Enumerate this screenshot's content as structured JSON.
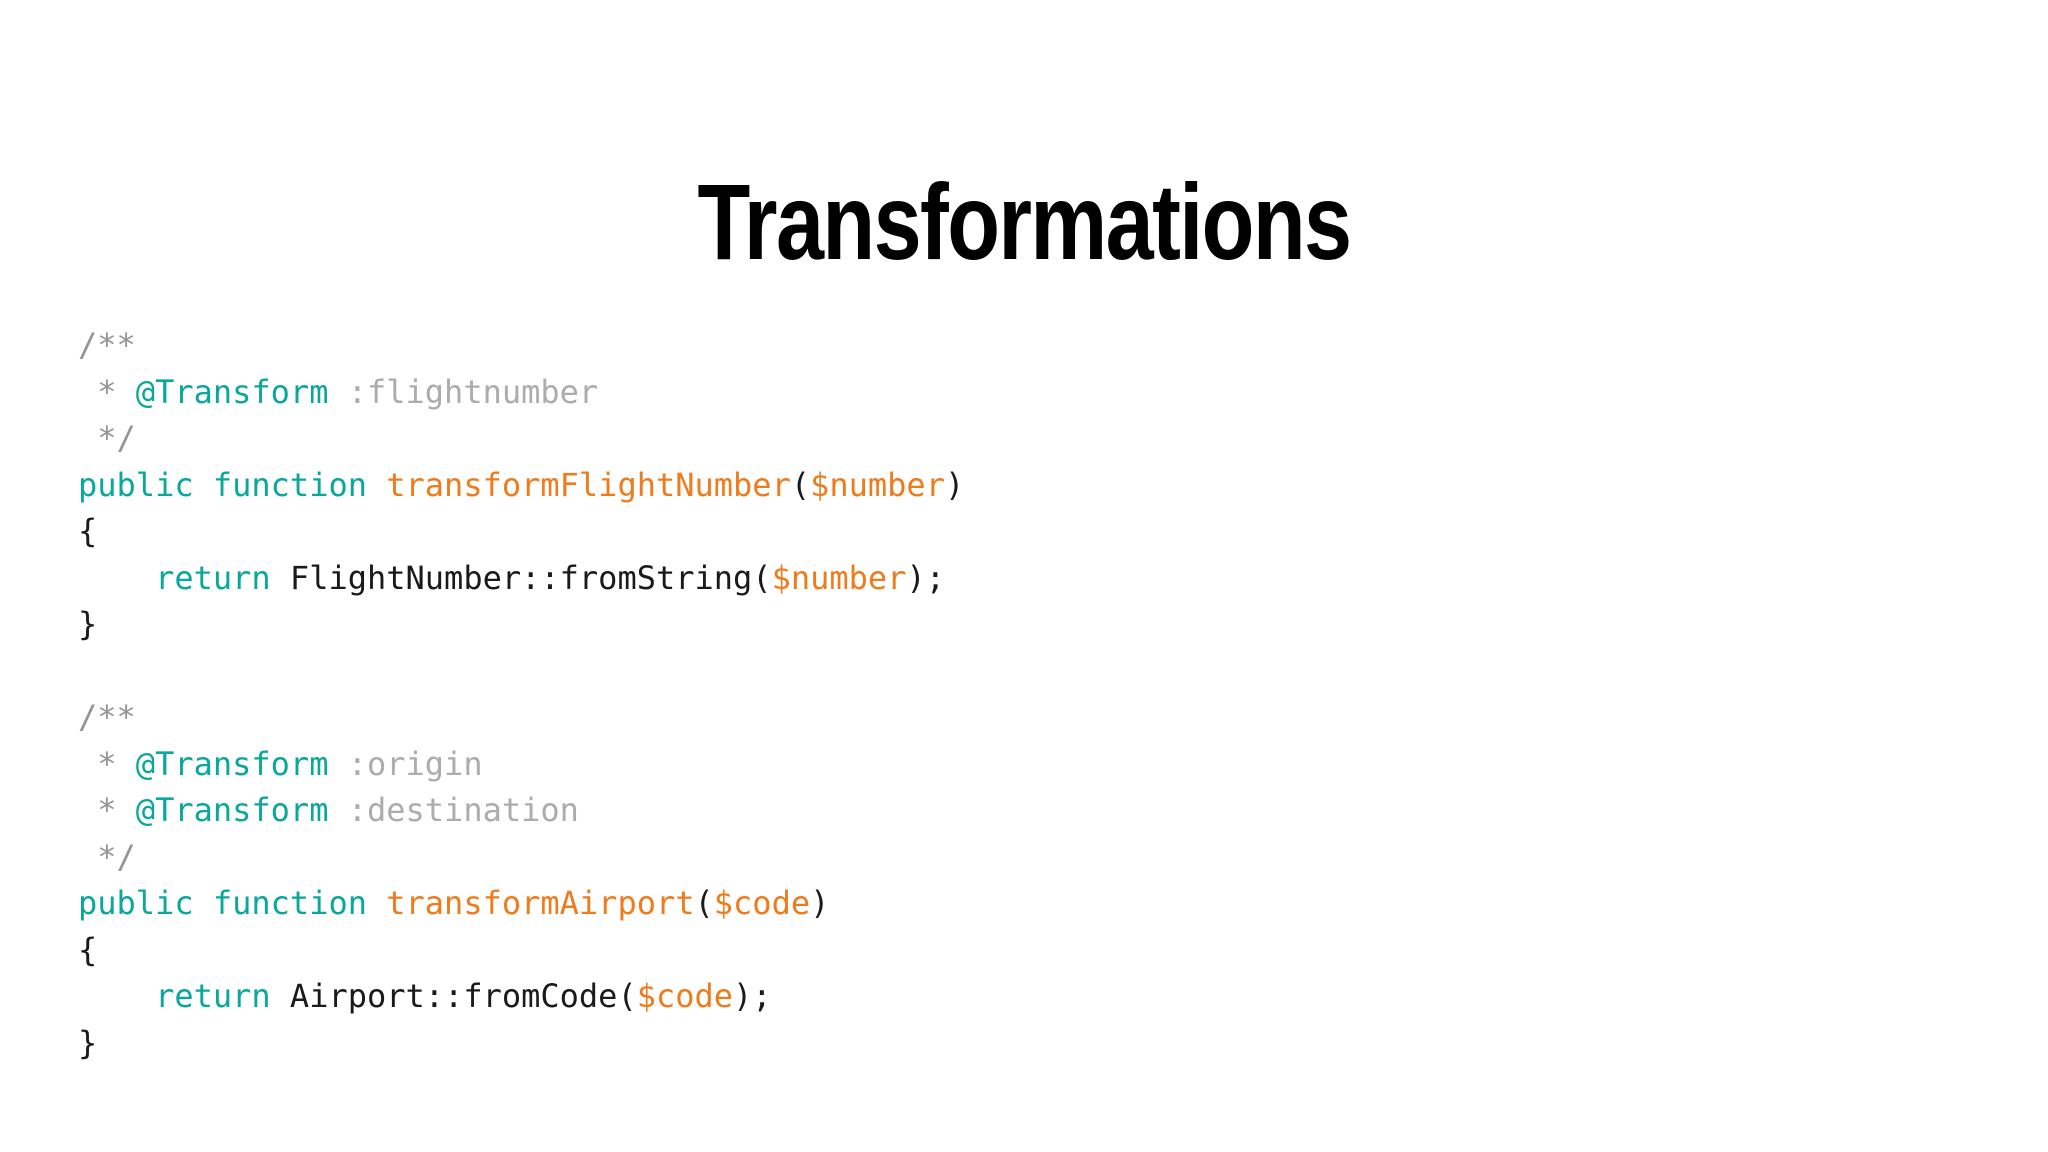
{
  "slide": {
    "title": "Transformations",
    "background_color": "#ffffff"
  },
  "theme": {
    "keyword_color": "#0aa89a",
    "function_color": "#ef7c1c",
    "variable_color": "#ef7c1c",
    "comment_color": "#949494",
    "comment_tag_color": "#0aa89a",
    "comment_value_color": "#acacac",
    "plain_color": "#1a1a1a",
    "title_color": "#010101"
  },
  "code": {
    "language": "php",
    "lines": [
      {
        "id": "l1",
        "indent": 0,
        "tokens": [
          {
            "cls": "t-cmt",
            "text": "/**"
          }
        ]
      },
      {
        "id": "l2",
        "indent": 0,
        "tokens": [
          {
            "cls": "t-cmt",
            "text": " * "
          },
          {
            "cls": "t-cmt-tag",
            "text": "@Transform"
          },
          {
            "cls": "t-cmt-val",
            "text": " :flightnumber"
          }
        ]
      },
      {
        "id": "l3",
        "indent": 0,
        "tokens": [
          {
            "cls": "t-cmt",
            "text": " */"
          }
        ]
      },
      {
        "id": "l4",
        "indent": 0,
        "tokens": [
          {
            "cls": "t-kw",
            "text": "public function "
          },
          {
            "cls": "t-fn",
            "text": "transformFlightNumber"
          },
          {
            "cls": "t-punc",
            "text": "("
          },
          {
            "cls": "t-var",
            "text": "$number"
          },
          {
            "cls": "t-punc",
            "text": ")"
          }
        ]
      },
      {
        "id": "l5",
        "indent": 0,
        "tokens": [
          {
            "cls": "t-punc",
            "text": "{"
          }
        ]
      },
      {
        "id": "l6",
        "indent": 0,
        "tokens": [
          {
            "cls": "t-kw",
            "text": "    return "
          },
          {
            "cls": "t-plain",
            "text": "FlightNumber::fromString"
          },
          {
            "cls": "t-punc",
            "text": "("
          },
          {
            "cls": "t-var",
            "text": "$number"
          },
          {
            "cls": "t-punc",
            "text": ");"
          }
        ]
      },
      {
        "id": "l7",
        "indent": 0,
        "tokens": [
          {
            "cls": "t-punc",
            "text": "}"
          }
        ]
      },
      {
        "id": "l8",
        "indent": 0,
        "tokens": [
          {
            "cls": "t-plain",
            "text": " "
          }
        ]
      },
      {
        "id": "l9",
        "indent": 0,
        "tokens": [
          {
            "cls": "t-cmt",
            "text": "/**"
          }
        ]
      },
      {
        "id": "l10",
        "indent": 0,
        "tokens": [
          {
            "cls": "t-cmt",
            "text": " * "
          },
          {
            "cls": "t-cmt-tag",
            "text": "@Transform"
          },
          {
            "cls": "t-cmt-val",
            "text": " :origin"
          }
        ]
      },
      {
        "id": "l11",
        "indent": 0,
        "tokens": [
          {
            "cls": "t-cmt",
            "text": " * "
          },
          {
            "cls": "t-cmt-tag",
            "text": "@Transform"
          },
          {
            "cls": "t-cmt-val",
            "text": " :destination"
          }
        ]
      },
      {
        "id": "l12",
        "indent": 0,
        "tokens": [
          {
            "cls": "t-cmt",
            "text": " */"
          }
        ]
      },
      {
        "id": "l13",
        "indent": 0,
        "tokens": [
          {
            "cls": "t-kw",
            "text": "public function "
          },
          {
            "cls": "t-fn",
            "text": "transformAirport"
          },
          {
            "cls": "t-punc",
            "text": "("
          },
          {
            "cls": "t-var",
            "text": "$code"
          },
          {
            "cls": "t-punc",
            "text": ")"
          }
        ]
      },
      {
        "id": "l14",
        "indent": 0,
        "tokens": [
          {
            "cls": "t-punc",
            "text": "{"
          }
        ]
      },
      {
        "id": "l15",
        "indent": 0,
        "tokens": [
          {
            "cls": "t-kw",
            "text": "    return "
          },
          {
            "cls": "t-plain",
            "text": "Airport::fromCode"
          },
          {
            "cls": "t-punc",
            "text": "("
          },
          {
            "cls": "t-var",
            "text": "$code"
          },
          {
            "cls": "t-punc",
            "text": ");"
          }
        ]
      },
      {
        "id": "l16",
        "indent": 0,
        "tokens": [
          {
            "cls": "t-punc",
            "text": "}"
          }
        ]
      }
    ]
  }
}
